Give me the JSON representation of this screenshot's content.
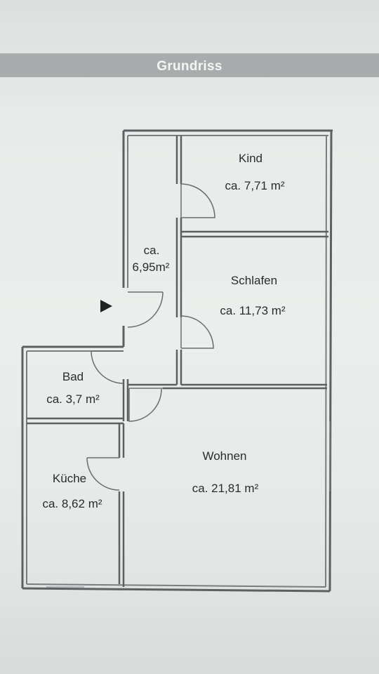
{
  "header": {
    "title": "Grundriss"
  },
  "rooms": {
    "kind": {
      "name": "Kind",
      "area": "ca. 7,71 m²"
    },
    "flur": {
      "name": "ca.",
      "area": "6,95m²"
    },
    "schlafen": {
      "name": "Schlafen",
      "area": "ca. 11,73 m²"
    },
    "bad": {
      "name": "Bad",
      "area": "ca. 3,7 m²"
    },
    "kueche": {
      "name": "Küche",
      "area": "ca. 8,62 m²"
    },
    "wohnen": {
      "name": "Wohnen",
      "area": "ca. 21,81 m²"
    }
  },
  "colors": {
    "wall": "#5d6062",
    "header": "#a9acad",
    "paper": "#eceeed"
  },
  "icons": {
    "entrance": "triangle-right-icon"
  }
}
